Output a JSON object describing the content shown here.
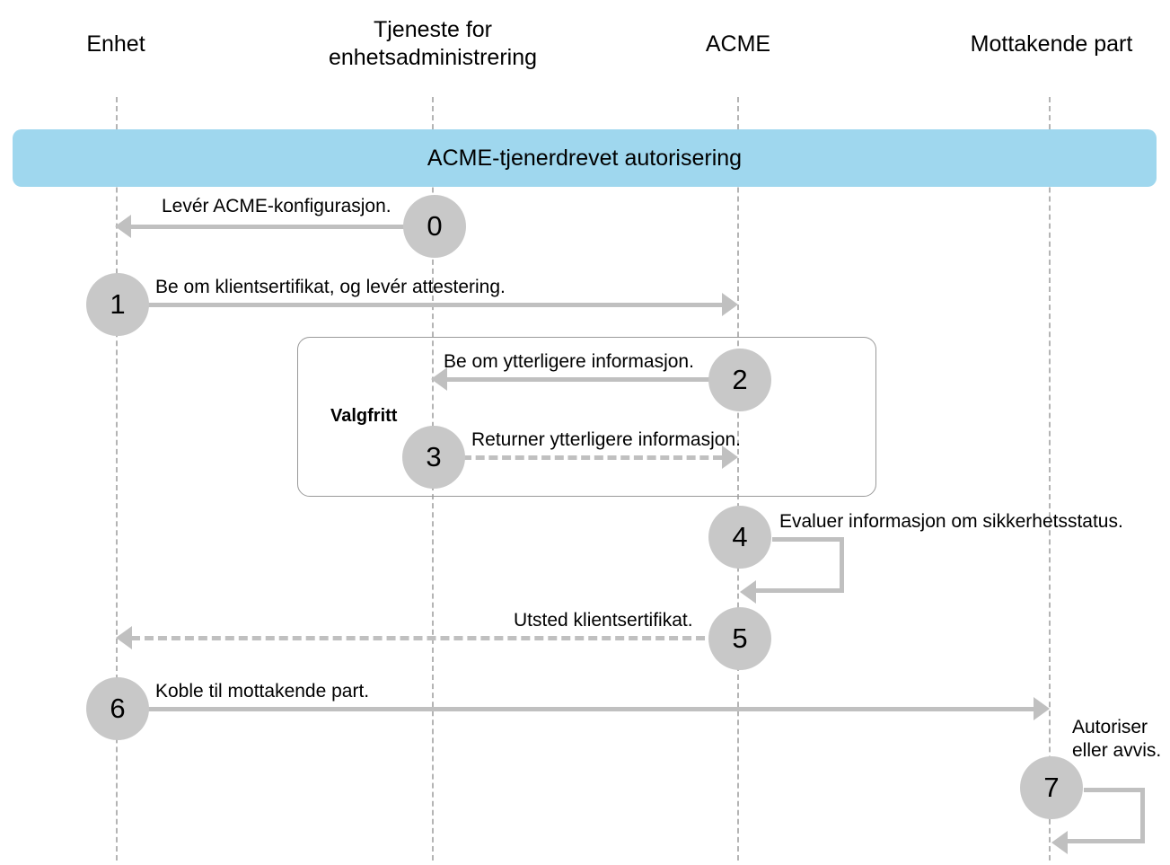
{
  "diagram": {
    "title": "ACME-tjenerdrevet autorisering",
    "lifelines": [
      {
        "id": "enhet",
        "label": "Enhet"
      },
      {
        "id": "mdm",
        "label": "Tjeneste for\nenhetsadministrering"
      },
      {
        "id": "acme",
        "label": "ACME"
      },
      {
        "id": "rp",
        "label": "Mottakende part"
      }
    ],
    "banner": {
      "label": "ACME-tjenerdrevet autorisering",
      "color": "#9fd7ee"
    },
    "optional_group": {
      "label": "Valgfritt"
    },
    "steps": [
      {
        "number": "0",
        "label": "Levér ACME-konfigurasjon.",
        "from": "mdm",
        "to": "enhet",
        "style": "solid",
        "direction": "left"
      },
      {
        "number": "1",
        "label": "Be om klientsertifikat, og levér attestering.",
        "from": "enhet",
        "to": "acme",
        "style": "solid",
        "direction": "right"
      },
      {
        "number": "2",
        "label": "Be om ytterligere informasjon.",
        "from": "acme",
        "to": "mdm",
        "style": "solid",
        "direction": "left"
      },
      {
        "number": "3",
        "label": "Returner ytterligere informasjon.",
        "from": "mdm",
        "to": "acme",
        "style": "dashed",
        "direction": "right"
      },
      {
        "number": "4",
        "label": "Evaluer informasjon om sikkerhetsstatus.",
        "from": "acme",
        "to": "acme",
        "style": "self",
        "direction": "self"
      },
      {
        "number": "5",
        "label": "Utsted klientsertifikat.",
        "from": "acme",
        "to": "enhet",
        "style": "dashed",
        "direction": "left"
      },
      {
        "number": "6",
        "label": "Koble til mottakende part.",
        "from": "enhet",
        "to": "rp",
        "style": "solid",
        "direction": "right"
      },
      {
        "number": "7",
        "label": "Autoriser\neller avvis.",
        "from": "rp",
        "to": "rp",
        "style": "self",
        "direction": "self"
      }
    ],
    "colors": {
      "circle": "#c8c8c8",
      "arrow": "#c0c0c0",
      "lifeline": "#b4b4b4",
      "banner": "#9fd7ee",
      "group_border": "#9a9a9a"
    }
  }
}
